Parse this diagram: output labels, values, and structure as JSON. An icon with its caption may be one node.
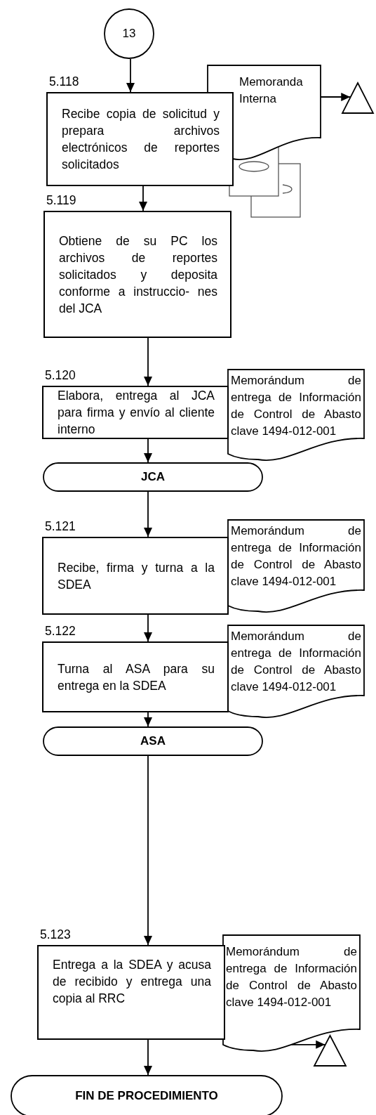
{
  "diagram": {
    "nodes": [
      {
        "text": [
          "13"
        ]
      },
      {
        "text": [
          "5.118",
          "Recibe copia de solicitud y prepara archivos electrónicos de reportes solicitados"
        ]
      },
      {
        "text": [
          "Memoranda Interna"
        ]
      },
      {
        "text": [],
        "shape": "triangle"
      },
      {
        "text": [
          "5.119",
          "Obtiene de su PC los archivos de reportes solicitados y deposita conforme a instruccio- nes del JCA"
        ]
      },
      {
        "text": [
          "5.120",
          "Elabora, entrega al JCA para firma y envío al cliente interno"
        ]
      },
      {
        "text": [
          "Memorándum de entrega de Información de Control de Abasto clave 1494-012-001"
        ]
      },
      {
        "text": [
          "JCA"
        ]
      },
      {
        "text": [
          "5.121",
          "Recibe, firma y turna a la SDEA"
        ]
      },
      {
        "text": [
          "Memorándum de entrega de Información de Control de Abasto clave 1494-012-001"
        ]
      },
      {
        "text": [
          "5.122",
          "Turna al ASA para su entrega en la SDEA"
        ]
      },
      {
        "text": [
          "Memorándum de entrega de Información de Control de Abasto clave 1494-012-001"
        ]
      },
      {
        "text": [
          "ASA"
        ]
      },
      {
        "text": [
          "5.123",
          "Entrega a la SDEA y acusa de recibido y entrega una copia al RRC"
        ]
      },
      {
        "text": [
          "Memorándum de entrega de Información de Control de Abasto clave 1494-012-001"
        ]
      },
      {
        "text": [],
        "shape": "triangle"
      },
      {
        "text": [
          "FIN DE PROCEDIMIENTO"
        ]
      }
    ],
    "edges": [
      {
        "from": 0,
        "to": 1,
        "arrow": "to"
      },
      {
        "from": 1,
        "to": 4,
        "arrow": "to"
      },
      {
        "from": 2,
        "to": 3,
        "arrow": "to"
      },
      {
        "from": 4,
        "to": 5,
        "arrow": "to"
      },
      {
        "from": 5,
        "to": 7,
        "arrow": "to"
      },
      {
        "from": 7,
        "to": 8,
        "arrow": "to"
      },
      {
        "from": 8,
        "to": 10,
        "arrow": "to"
      },
      {
        "from": 10,
        "to": 12,
        "arrow": "to"
      },
      {
        "from": 12,
        "to": 13,
        "arrow": "to"
      },
      {
        "from": 14,
        "to": 15,
        "arrow": "to"
      },
      {
        "from": 13,
        "to": 16,
        "arrow": "to"
      }
    ]
  }
}
